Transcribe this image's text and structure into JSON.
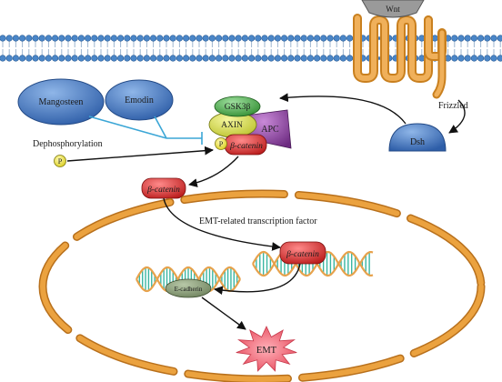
{
  "labels": {
    "wnt": "Wnt",
    "frizzled": "Frizzled",
    "dsh": "Dsh",
    "mangosteen": "Mangosteen",
    "emodin": "Emodin",
    "dephosphorylation": "Dephosphorylation",
    "phospho": "P",
    "phospho_bound": "P",
    "gsk3b": "GSK3β",
    "axin": "AXIN",
    "apc": "APC",
    "beta_catenin_complex": "β-catenin",
    "beta_catenin_free": "β-catenin",
    "emt_tf": "EMT-related transcription factor",
    "beta_catenin_nuclear": "β-catenin",
    "e_cadherin": "E-cadherin",
    "emt": "EMT"
  },
  "colors": {
    "membrane_head": "#4a86c8",
    "membrane_tail": "#8aa9c8",
    "receptor": "#e8a24a",
    "wnt": "#9a9a9a",
    "dsh": "#4f8fcf",
    "drug_ellipse": "#3c6db5",
    "inhibit_line": "#3ba6d6",
    "phospho": "#f2ea4a",
    "gsk3b": "#4cae4c",
    "axin": "#d6dc3a",
    "apc": "#8e3fa0",
    "beta_catenin": "#d83232",
    "nucleus": "#e3932a",
    "dna_strand": "#e7a24c",
    "dna_rung": "#3bb6a2",
    "ecad": "#7a9a6a",
    "emt": "#ee6b78"
  }
}
